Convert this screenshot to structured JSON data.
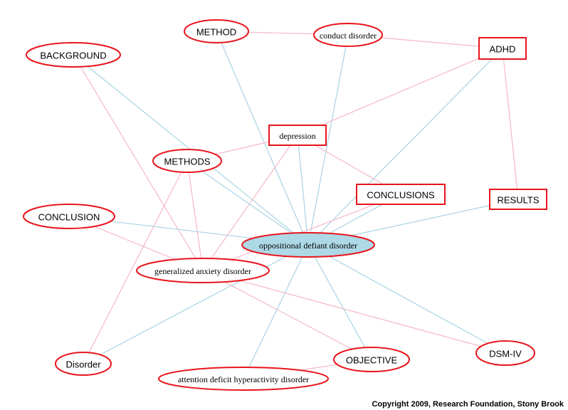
{
  "colors": {
    "node_stroke": "#e8141b",
    "node_fill": "#ffffff",
    "center_fill": "#add8e6",
    "edge_blue": "#a9d3e3",
    "edge_pink": "#f5b8c6"
  },
  "nodes": [
    {
      "id": "method",
      "label": "METHOD",
      "shape": "ellipse",
      "font": "sans"
    },
    {
      "id": "conduct",
      "label": "conduct disorder",
      "shape": "ellipse",
      "font": "serif"
    },
    {
      "id": "adhd",
      "label": "ADHD",
      "shape": "box",
      "font": "sans"
    },
    {
      "id": "background",
      "label": "BACKGROUND",
      "shape": "ellipse",
      "font": "sans"
    },
    {
      "id": "depression",
      "label": "depression",
      "shape": "box",
      "font": "serif"
    },
    {
      "id": "methods",
      "label": "METHODS",
      "shape": "ellipse",
      "font": "sans"
    },
    {
      "id": "conclusions",
      "label": "CONCLUSIONS",
      "shape": "box",
      "font": "sans"
    },
    {
      "id": "results",
      "label": "RESULTS",
      "shape": "box",
      "font": "sans"
    },
    {
      "id": "conclusion",
      "label": "CONCLUSION",
      "shape": "ellipse",
      "font": "sans"
    },
    {
      "id": "odd",
      "label": "oppositional defiant disorder",
      "shape": "ellipse",
      "font": "serif",
      "center": true
    },
    {
      "id": "gad",
      "label": "generalized anxiety disorder",
      "shape": "ellipse",
      "font": "serif"
    },
    {
      "id": "disorder",
      "label": "Disorder",
      "shape": "ellipse",
      "font": "sans"
    },
    {
      "id": "objective",
      "label": "OBJECTIVE",
      "shape": "ellipse",
      "font": "sans"
    },
    {
      "id": "dsm",
      "label": "DSM-IV",
      "shape": "ellipse",
      "font": "sans"
    },
    {
      "id": "attention",
      "label": "attention deficit hyperactivity disorder",
      "shape": "ellipse",
      "font": "serif"
    }
  ],
  "edges": [
    {
      "from": "method",
      "to": "conduct",
      "color": "pink"
    },
    {
      "from": "conduct",
      "to": "adhd",
      "color": "pink"
    },
    {
      "from": "method",
      "to": "odd",
      "color": "blue"
    },
    {
      "from": "conduct",
      "to": "odd",
      "color": "blue"
    },
    {
      "from": "adhd",
      "to": "odd",
      "color": "blue"
    },
    {
      "from": "adhd",
      "to": "depression",
      "color": "pink"
    },
    {
      "from": "adhd",
      "to": "results",
      "color": "pink"
    },
    {
      "from": "background",
      "to": "odd",
      "color": "blue"
    },
    {
      "from": "background",
      "to": "gad",
      "color": "pink"
    },
    {
      "from": "depression",
      "to": "methods",
      "color": "pink"
    },
    {
      "from": "depression",
      "to": "odd",
      "color": "blue"
    },
    {
      "from": "depression",
      "to": "conclusions",
      "color": "pink"
    },
    {
      "from": "depression",
      "to": "gad",
      "color": "pink"
    },
    {
      "from": "methods",
      "to": "odd",
      "color": "blue"
    },
    {
      "from": "methods",
      "to": "gad",
      "color": "pink"
    },
    {
      "from": "methods",
      "to": "disorder",
      "color": "pink"
    },
    {
      "from": "conclusions",
      "to": "odd",
      "color": "blue"
    },
    {
      "from": "conclusions",
      "to": "gad",
      "color": "pink"
    },
    {
      "from": "results",
      "to": "odd",
      "color": "blue"
    },
    {
      "from": "conclusion",
      "to": "odd",
      "color": "blue"
    },
    {
      "from": "conclusion",
      "to": "gad",
      "color": "pink"
    },
    {
      "from": "odd",
      "to": "disorder",
      "color": "blue"
    },
    {
      "from": "odd",
      "to": "objective",
      "color": "blue"
    },
    {
      "from": "odd",
      "to": "dsm",
      "color": "blue"
    },
    {
      "from": "odd",
      "to": "attention",
      "color": "blue"
    },
    {
      "from": "gad",
      "to": "objective",
      "color": "pink"
    },
    {
      "from": "gad",
      "to": "dsm",
      "color": "pink"
    },
    {
      "from": "attention",
      "to": "objective",
      "color": "pink"
    }
  ],
  "copyright": "Copyright 2009, Research Foundation, Stony Brook"
}
